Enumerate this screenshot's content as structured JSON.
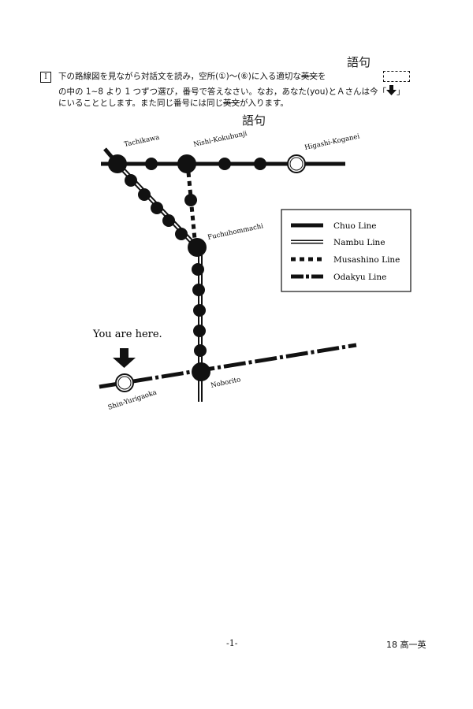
{
  "question": {
    "number": "I",
    "line1_pre": "下の路線図を見ながら対話文を読み，空所(",
    "circle_start": "①",
    "tilde": ")～(",
    "circle_end": "⑥",
    "line1_mid": ")に入る適切な",
    "line1_struck": "英文",
    "line1_post": "を",
    "line2_pre": "の中の 1~8 より 1 つずつ選び，番号で答えなさい。なお，あなた(you)とＡさんは今「",
    "line2_post": "」",
    "line3_pre": "にいることとします。また同じ番号には同じ",
    "line3_struck": "英文",
    "line3_post": "が入ります。",
    "handwritten_correction_1": "語句",
    "handwritten_correction_2": "語句"
  },
  "map": {
    "stations": {
      "tachikawa": "Tachikawa",
      "nishi_kokubunji": "Nishi-Kokubunji",
      "higashi_koganei": "Higashi-Koganei",
      "fuchuhommachi": "Fuchuhommachi",
      "noborito": "Noborito",
      "shin_yurigaoka": "Shin-Yurigaoka"
    },
    "you_are_here": "You are here.",
    "legend": [
      {
        "name": "Chuo Line",
        "style": "solid"
      },
      {
        "name": "Nambu Line",
        "style": "double"
      },
      {
        "name": "Musashino Line",
        "style": "dotted"
      },
      {
        "name": "Odakyu Line",
        "style": "dashdot"
      }
    ]
  },
  "footer": {
    "page": "-1-",
    "code": "18 高一英"
  }
}
